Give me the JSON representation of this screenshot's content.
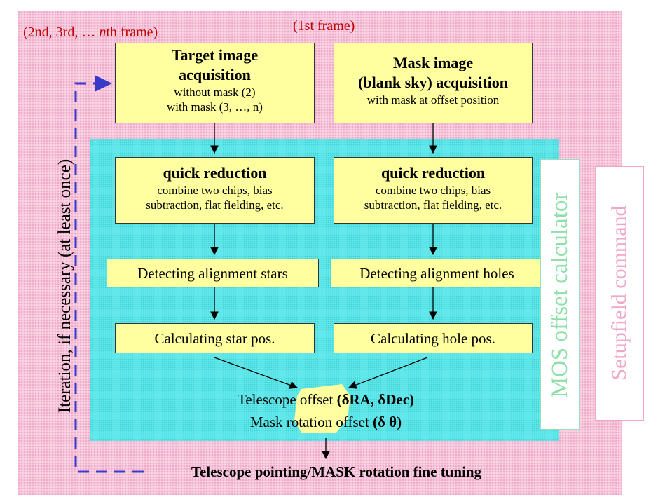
{
  "frames": {
    "later": "(2nd, 3rd, … ",
    "later_n": "n",
    "later_end": "th frame)",
    "first": "(1st frame)"
  },
  "target_box": {
    "title1": "Target image",
    "title2": "acquisition",
    "sub1": "without mask (2)",
    "sub2": "with mask (3, …, n)"
  },
  "mask_box": {
    "title1": "Mask image",
    "title2": "(blank sky) acquisition",
    "sub1": "with mask at offset position"
  },
  "quick_left": {
    "title": "quick reduction",
    "sub1": "combine two chips, bias",
    "sub2": "subtraction, flat fielding, etc."
  },
  "quick_right": {
    "title": "quick reduction",
    "sub1": "combine two chips, bias",
    "sub2": "subtraction, flat fielding, etc."
  },
  "detect_stars": "Detecting alignment stars",
  "detect_holes": "Detecting alignment holes",
  "calc_star": "Calculating star pos.",
  "calc_hole": "Calculating hole pos.",
  "offset": {
    "telescope_prefix": "Telescope offset",
    "telescope_values": "(δRA, δDec)",
    "mask_prefix": "Mask rotation offset",
    "mask_values": "(δ θ)"
  },
  "final": "Telescope pointing/MASK rotation fine tuning",
  "iteration": "Iteration, if necessary (at least once)",
  "mos_label": "MOS offset calculator",
  "setup_label": "Setupfield command",
  "colors": {
    "outer_bg": "#f7c6dc",
    "cyan_bg": "#62e8ea",
    "box_bg": "#ffffa0",
    "red_text": "#c00000",
    "mos_text": "#8ee0a8",
    "setup_text": "#f0a6c8",
    "dashed_arrow": "#3a3ac8"
  }
}
